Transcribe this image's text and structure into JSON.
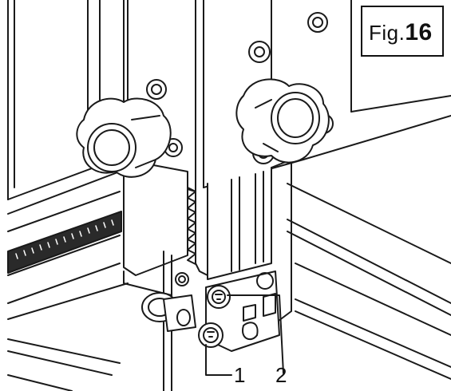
{
  "figure": {
    "prefix": "Fig.",
    "number": "16"
  },
  "callouts": [
    {
      "label": "1"
    },
    {
      "label": "2"
    }
  ]
}
